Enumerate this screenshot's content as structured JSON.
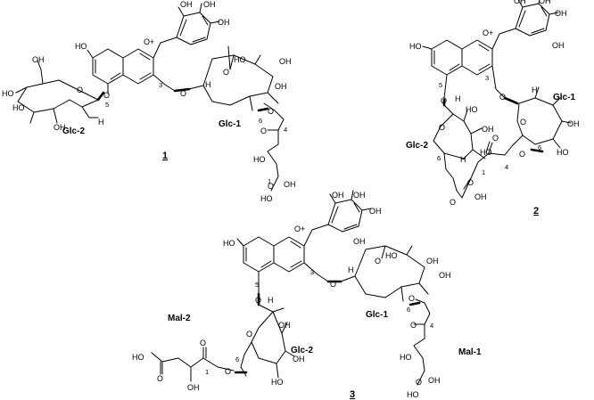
{
  "compounds": [
    {
      "number": "1",
      "substituents": {
        "OH": "OH",
        "HO": "HO",
        "O": "O",
        "O_plus": "O+",
        "H": "H"
      },
      "positions": {
        "p3": "3",
        "p5": "5",
        "p4": "4",
        "p6": "6",
        "p1": "1"
      },
      "sugars": {
        "glc1": "Glc-1",
        "glc2": "Glc-2"
      }
    },
    {
      "number": "2",
      "substituents": {
        "OH": "OH",
        "HO": "HO",
        "O": "O",
        "O_plus": "O+",
        "H": "H"
      },
      "positions": {
        "p3": "3",
        "p5": "5",
        "p4": "4",
        "p6": "6",
        "p1": "1"
      },
      "sugars": {
        "glc1": "Glc-1",
        "glc2": "Glc-2"
      }
    },
    {
      "number": "3",
      "substituents": {
        "OH": "OH",
        "HO": "HO",
        "O": "O",
        "O_plus": "O+",
        "H": "H"
      },
      "positions": {
        "p3": "3",
        "p5": "5",
        "p4": "4",
        "p6": "6",
        "p1": "1"
      },
      "sugars": {
        "glc1": "Glc-1",
        "glc2": "Glc-2",
        "mal1": "Mal-1",
        "mal2": "Mal-2"
      }
    }
  ]
}
